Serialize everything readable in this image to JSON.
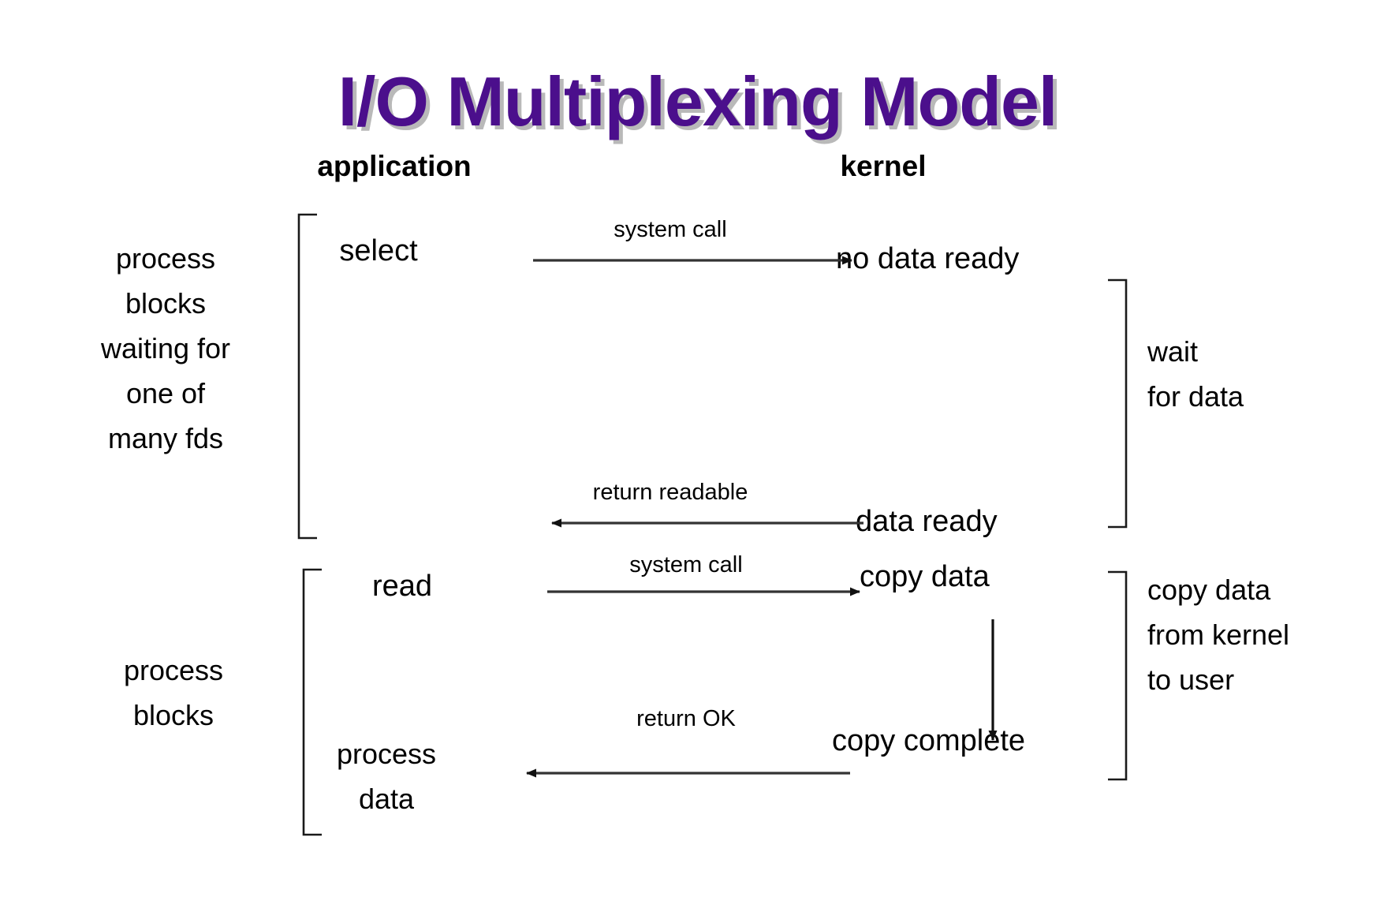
{
  "slide": {
    "title": "I/O Multiplexing Model",
    "title_color": "#4B0F8C",
    "background": "#ffffff",
    "line_color": "#1a1a1a"
  },
  "columns": {
    "left_header": "application",
    "right_header": "kernel"
  },
  "phase_one": {
    "left_bracket_label": "process\nblocks\nwaiting for\none of\nmany fds",
    "left_bracket_lines": [
      "process",
      "blocks",
      "waiting for",
      "one of",
      "many fds"
    ],
    "right_bracket_lines": [
      "wait",
      "for data"
    ],
    "app_call": "select",
    "kernel_state_initial": "no data ready",
    "kernel_state_ready": "data ready",
    "arrow_out_label": "system call",
    "arrow_back_label": "return readable"
  },
  "phase_two": {
    "left_bracket_lines": [
      "process",
      "blocks"
    ],
    "right_bracket_lines": [
      "copy data",
      "from kernel",
      "to user"
    ],
    "app_call": "read",
    "kernel_state_copying": "copy data",
    "kernel_state_done": "copy complete",
    "app_result_lines": [
      "process",
      "data"
    ],
    "arrow_out_label": "system call",
    "arrow_back_label": "return OK"
  }
}
